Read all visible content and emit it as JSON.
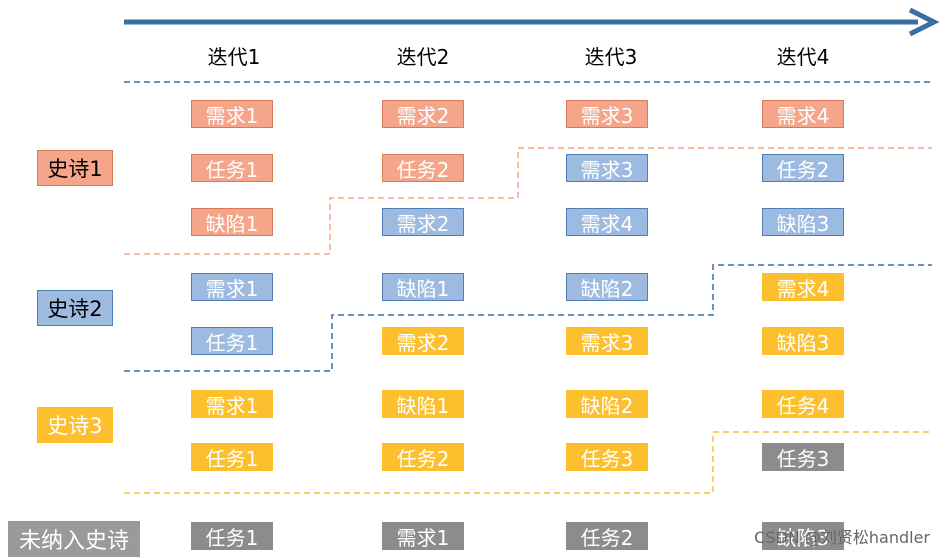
{
  "iterations": [
    "迭代1",
    "迭代2",
    "迭代3",
    "迭代4"
  ],
  "row_labels": [
    "史诗1",
    "史诗2",
    "史诗3",
    "未纳入史诗"
  ],
  "colors": {
    "epic1": "#f4a58a",
    "epic2": "#9dbbe0",
    "epic3": "#fcc02e",
    "unassigned": "#8c8c8c",
    "axis": "#3b6ea5"
  },
  "grid": [
    [
      {
        "text": "需求1",
        "c": "epic1"
      },
      {
        "text": "需求2",
        "c": "epic1"
      },
      {
        "text": "需求3",
        "c": "epic1"
      },
      {
        "text": "需求4",
        "c": "epic1"
      }
    ],
    [
      {
        "text": "任务1",
        "c": "epic1"
      },
      {
        "text": "任务2",
        "c": "epic1"
      },
      {
        "text": "需求3",
        "c": "epic2"
      },
      {
        "text": "任务2",
        "c": "epic2"
      }
    ],
    [
      {
        "text": "缺陷1",
        "c": "epic1"
      },
      {
        "text": "需求2",
        "c": "epic2"
      },
      {
        "text": "需求4",
        "c": "epic2"
      },
      {
        "text": "缺陷3",
        "c": "epic2"
      }
    ],
    [
      {
        "text": "需求1",
        "c": "epic2"
      },
      {
        "text": "缺陷1",
        "c": "epic2"
      },
      {
        "text": "缺陷2",
        "c": "epic2"
      },
      {
        "text": "需求4",
        "c": "epic3"
      }
    ],
    [
      {
        "text": "任务1",
        "c": "epic2"
      },
      {
        "text": "需求2",
        "c": "epic3"
      },
      {
        "text": "需求3",
        "c": "epic3"
      },
      {
        "text": "缺陷3",
        "c": "epic3"
      }
    ],
    [
      {
        "text": "需求1",
        "c": "epic3"
      },
      {
        "text": "缺陷1",
        "c": "epic3"
      },
      {
        "text": "缺陷2",
        "c": "epic3"
      },
      {
        "text": "任务4",
        "c": "epic3"
      }
    ],
    [
      {
        "text": "任务1",
        "c": "epic3"
      },
      {
        "text": "任务2",
        "c": "epic3"
      },
      {
        "text": "任务3",
        "c": "epic3"
      },
      {
        "text": "任务3",
        "c": "unassigned"
      }
    ],
    [
      {
        "text": "任务1",
        "c": "unassigned"
      },
      {
        "text": "需求1",
        "c": "unassigned"
      },
      {
        "text": "任务2",
        "c": "unassigned"
      },
      {
        "text": "缺陷3",
        "c": "unassigned"
      }
    ]
  ],
  "watermark": "CSDN @刘贤松handler"
}
